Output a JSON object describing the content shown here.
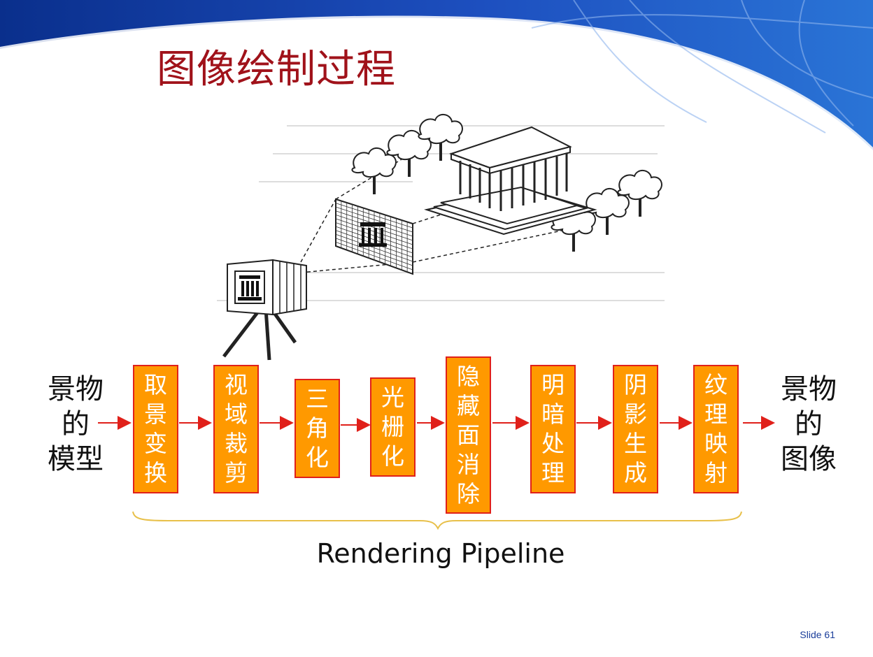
{
  "title": "图像绘制过程",
  "input_label": "景物的模型",
  "output_label": "景物的图像",
  "stages": [
    "取景变换",
    "视域裁剪",
    "三角化",
    "光栅化",
    "隐藏面消除",
    "明暗处理",
    "阴影生成",
    "纹理映射"
  ],
  "caption": "Rendering Pipeline",
  "slide_number": "Slide 61",
  "colors": {
    "title": "#a0121a",
    "stage_fill": "#ff9900",
    "stage_border": "#e0201a",
    "arrow": "#e0201a",
    "brace": "#e8c04a",
    "banner": "#0a2f8c"
  },
  "illustration": {
    "objects": [
      "camera-icon",
      "pixel-grid",
      "temple-icon",
      "tree-icon"
    ]
  }
}
